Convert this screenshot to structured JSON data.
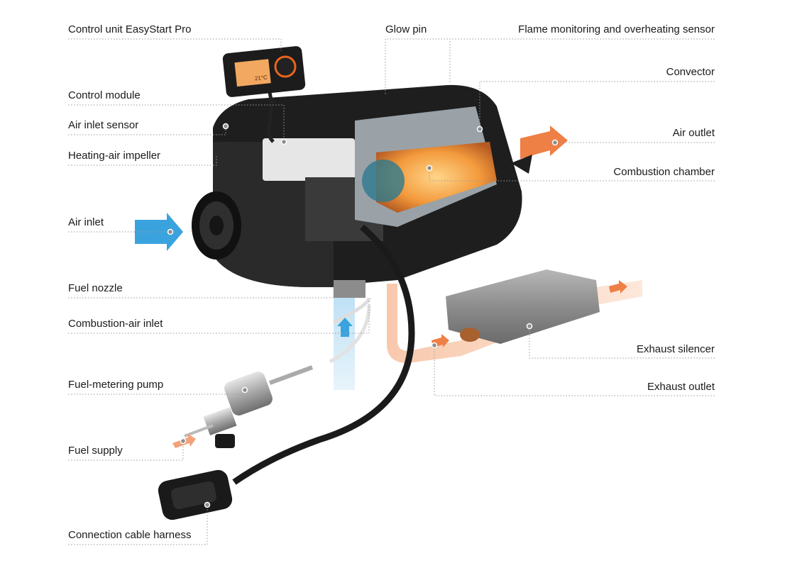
{
  "labels_left": [
    "Control unit EasyStart Pro",
    "Control module",
    "Air inlet sensor",
    "Heating-air impeller",
    "Air inlet",
    "Fuel nozzle",
    "Combustion-air inlet",
    "Fuel-metering pump",
    "Fuel supply",
    "Connection cable harness"
  ],
  "labels_right": [
    "Glow pin",
    "Flame monitoring and overheating sensor",
    "Convector",
    "Air outlet",
    "Combustion chamber",
    "Exhaust silencer",
    "Exhaust outlet"
  ],
  "control_unit_display": "21°C",
  "colors": {
    "air_in": "#3aa3de",
    "air_out": "#ee7f45",
    "exhaust": "#f2a27a",
    "body": "#1e1e1e",
    "flame": "#f5a040"
  }
}
